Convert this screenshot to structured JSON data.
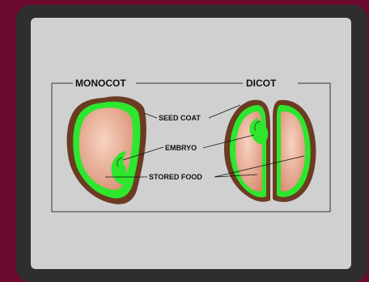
{
  "diagram": {
    "monocot_title": "MONOCOT",
    "dicot_title": "DICOT",
    "labels": {
      "seed_coat": "SEED COAT",
      "embryo": "EMBRYO",
      "stored_food": "STORED FOOD"
    }
  },
  "colors": {
    "page_background": "#6a0a2e",
    "frame": "#2e2e2e",
    "panel": "#d0d0d0",
    "seed_coat": "#6b3b22",
    "embryo_green": "#2ee62e",
    "stored_food": "#f0b59c"
  }
}
